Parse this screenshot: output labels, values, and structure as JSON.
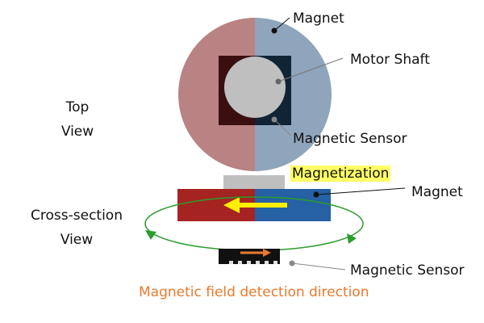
{
  "views": {
    "top_line1": "Top",
    "top_line2": "View",
    "cross_line1": "Cross-section",
    "cross_line2": "View"
  },
  "labels": {
    "magnet_top": "Magnet",
    "motor_shaft": "Motor Shaft",
    "sensor_top": "Magnetic Sensor",
    "magnetization": "Magnetization",
    "magnet_cross": "Magnet",
    "sensor_cross": "Magnetic Sensor",
    "detection_direction": "Magnetic field detection direction"
  },
  "colors": {
    "magnet_north_top": "#b98283",
    "magnet_south_top": "#8ea5bc",
    "holder_left": "#3b0f10",
    "holder_right": "#102436",
    "shaft": "#bfbfbf",
    "magnet_north_cross": "#a52422",
    "magnet_south_cross": "#2660a5",
    "magnetization_arrow": "#ffee00",
    "field_loop": "#2a9d2a",
    "sensor_arrow": "#e8792e",
    "detection_text": "#e8792e",
    "magnetization_highlight": "#ffff66"
  }
}
